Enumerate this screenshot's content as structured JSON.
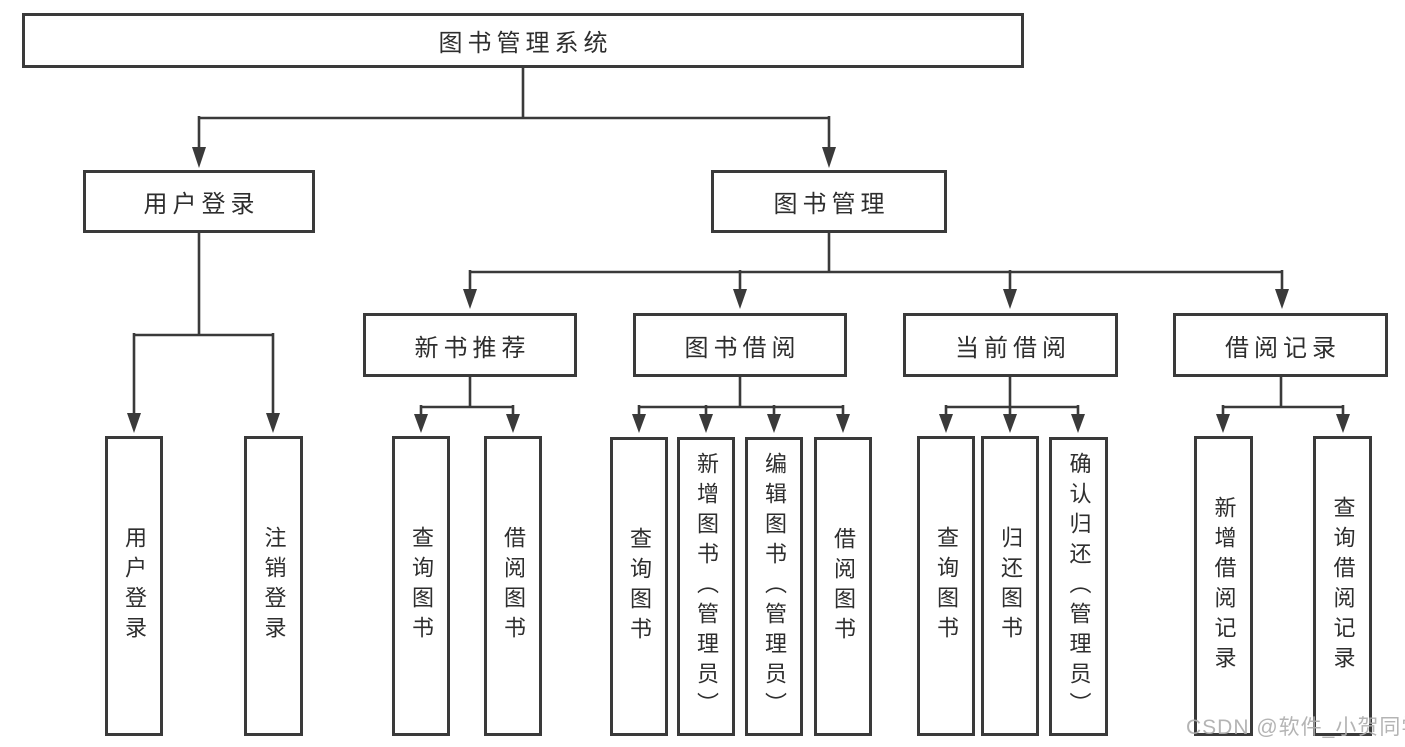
{
  "diagram": {
    "root": {
      "label": "图书管理系统"
    },
    "branches": [
      {
        "label": "用户登录",
        "children": [
          {
            "label": "用户登录"
          },
          {
            "label": "注销登录"
          }
        ]
      },
      {
        "label": "图书管理",
        "children": [
          {
            "label": "新书推荐",
            "children": [
              {
                "label": "查询图书"
              },
              {
                "label": "借阅图书"
              }
            ]
          },
          {
            "label": "图书借阅",
            "children": [
              {
                "label": "查询图书"
              },
              {
                "label": "新增图书（管理员）"
              },
              {
                "label": "编辑图书（管理员）"
              },
              {
                "label": "借阅图书"
              }
            ]
          },
          {
            "label": "当前借阅",
            "children": [
              {
                "label": "查询图书"
              },
              {
                "label": "归还图书"
              },
              {
                "label": "确认归还（管理员）"
              }
            ]
          },
          {
            "label": "借阅记录",
            "children": [
              {
                "label": "新增借阅记录"
              },
              {
                "label": "查询借阅记录"
              }
            ]
          }
        ]
      }
    ]
  },
  "watermark": {
    "text": "CSDN @软件_小贺同学"
  },
  "colors": {
    "line": "#3a3a3a",
    "box_border": "#3a3a3a",
    "box_fill": "#ffffff",
    "text": "#2e2e2e",
    "watermark": "#aeaeae",
    "background": "#ffffff"
  }
}
